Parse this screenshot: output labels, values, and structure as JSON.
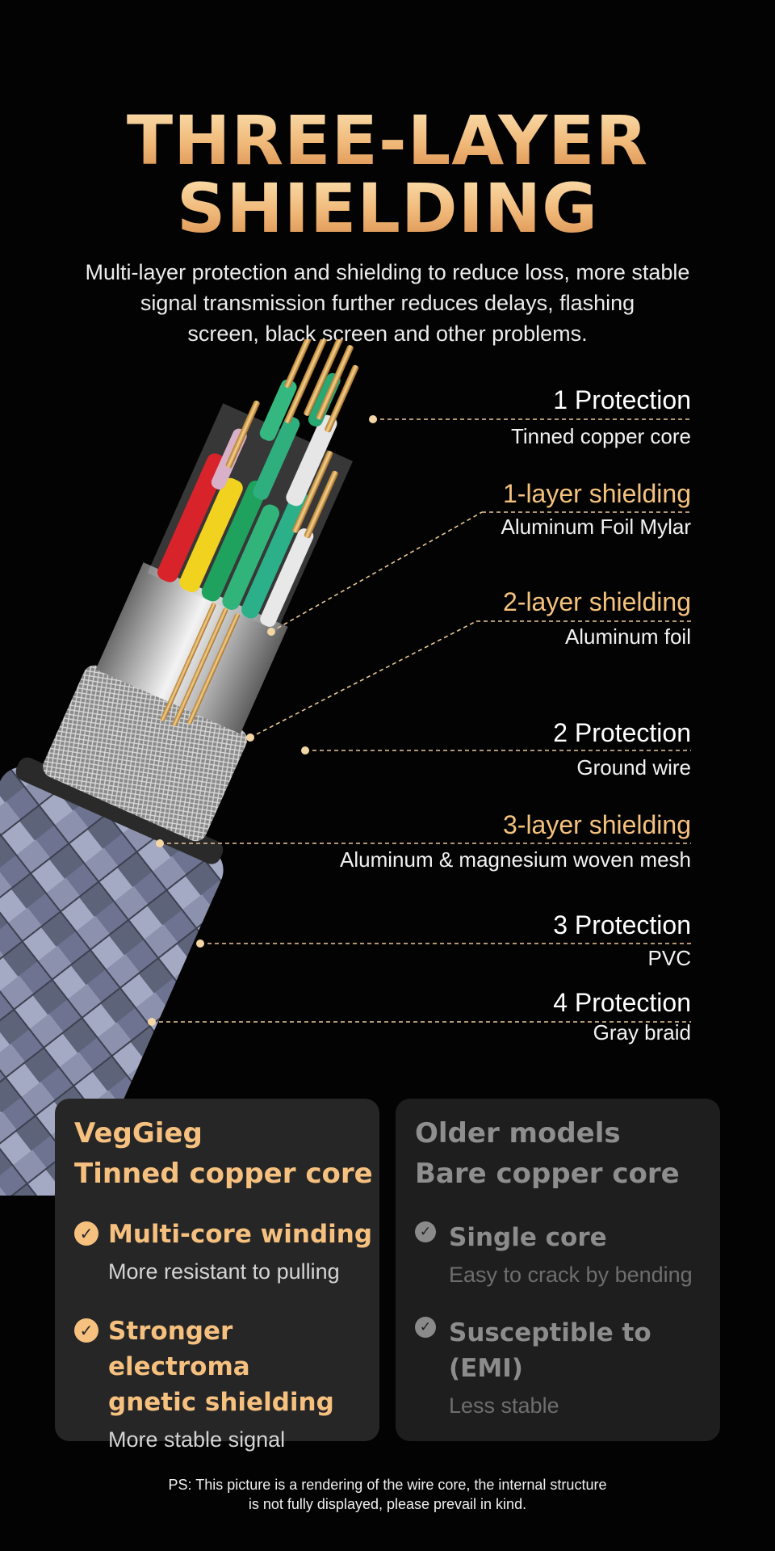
{
  "header": {
    "title_line1": "THREE-LAYER",
    "title_line2": "SHIELDING",
    "subtitle_line1": "Multi-layer protection and shielding to reduce loss, more stable",
    "subtitle_line2": "signal transmission further reduces delays, flashing",
    "subtitle_line3": "screen, black screen and other problems."
  },
  "layers": [
    {
      "heading": "1 Protection",
      "detail": "Tinned copper core"
    },
    {
      "heading": "1-layer shielding",
      "detail": "Aluminum Foil Mylar"
    },
    {
      "heading": "2-layer shielding",
      "detail": "Aluminum foil"
    },
    {
      "heading": "2 Protection",
      "detail": "Ground wire"
    },
    {
      "heading": "3-layer shielding",
      "detail": "Aluminum & magnesium woven mesh"
    },
    {
      "heading": "3 Protection",
      "detail": "PVC"
    },
    {
      "heading": "4 Protection",
      "detail": "Gray braid"
    }
  ],
  "comparison": {
    "ours": {
      "title_line1": "VegGieg",
      "title_line2": "Tinned copper core",
      "features": [
        {
          "heading": "Multi-core winding",
          "detail": "More resistant to pulling"
        },
        {
          "heading_line1": "Stronger electroma",
          "heading_line2": "gnetic shielding",
          "detail": "More stable signal"
        }
      ]
    },
    "older": {
      "title_line1": "Older models",
      "title_line2": "Bare copper core",
      "features": [
        {
          "heading": "Single core",
          "detail": "Easy to crack by bending"
        },
        {
          "heading": "Susceptible to (EMI)",
          "detail": "Less stable"
        }
      ]
    },
    "check_icon": "✓"
  },
  "footnote": {
    "line1": "PS: This picture is a rendering of the wire core, the internal structure",
    "line2": "is not fully displayed, please prevail in kind."
  },
  "colors": {
    "accent_gold": "#f5c27e",
    "background": "#030303",
    "card_left": "#262626",
    "card_right": "#1e1e1e"
  }
}
